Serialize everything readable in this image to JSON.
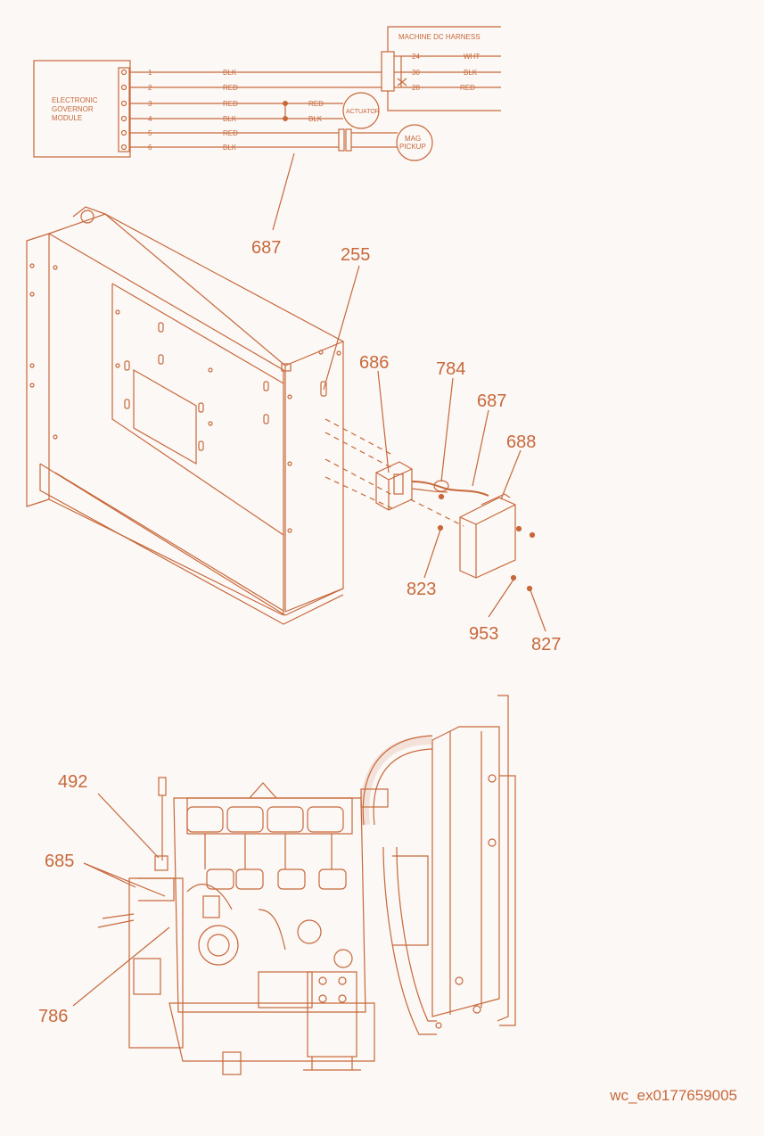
{
  "colors": {
    "line": "#c8683a",
    "fill": "#fbf8f6",
    "watermark": "#e8e2de"
  },
  "schematic": {
    "module_label": [
      "ELECTRONIC",
      "GOVERNOR",
      "MODULE"
    ],
    "harness_label": "MACHINE DC HARNESS",
    "pins": [
      "1",
      "2",
      "3",
      "4",
      "5",
      "6"
    ],
    "wires": [
      "BLK",
      "RED",
      "RED",
      "BLK",
      "RED",
      "BLK"
    ],
    "branch_wires": [
      "RED",
      "BLK"
    ],
    "harness_pins": [
      "24",
      "30",
      "28"
    ],
    "harness_wires": [
      "WHT",
      "BLK",
      "RED"
    ],
    "actuator_label": "ACTUATOR",
    "pickup_label": [
      "MAG",
      "PICKUP"
    ]
  },
  "callouts": {
    "c687a": "687",
    "c255": "255",
    "c686": "686",
    "c784": "784",
    "c687b": "687",
    "c688": "688",
    "c823": "823",
    "c953": "953",
    "c827": "827",
    "c492": "492",
    "c685": "685",
    "c786": "786"
  },
  "footer_code": "wc_ex0177659005"
}
